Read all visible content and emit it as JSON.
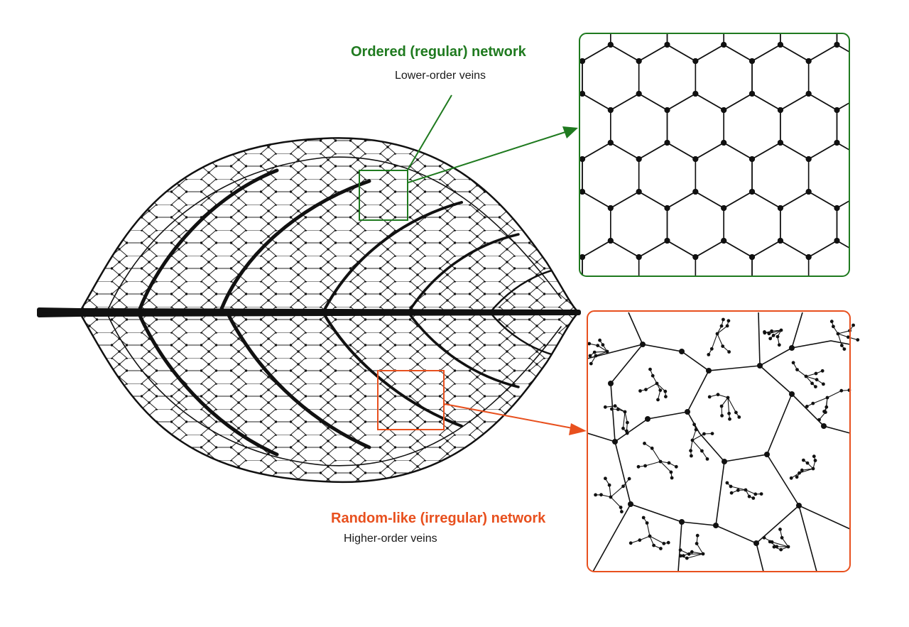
{
  "colors": {
    "ordered": "#1f7a1f",
    "random": "#e8501e",
    "vein": "#111111"
  },
  "annotations": {
    "ordered": {
      "title": "Ordered (regular) network",
      "subtitle": "Lower-order veins"
    },
    "random": {
      "title": "Random-like (irregular) network",
      "subtitle": "Higher-order veins"
    }
  }
}
